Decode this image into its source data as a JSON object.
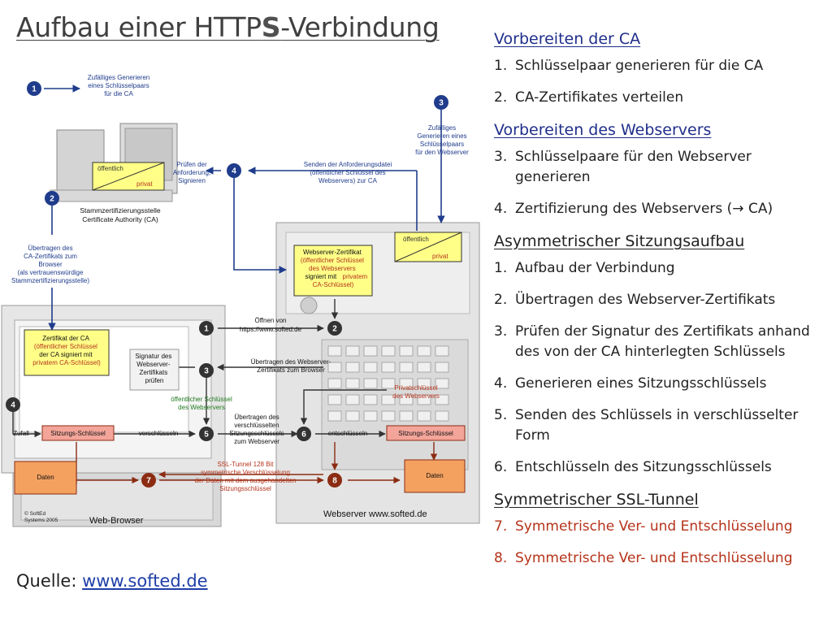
{
  "title": {
    "pre": "Aufbau einer HTTP",
    "big": "S",
    "post": "-Verbindung"
  },
  "source": {
    "label": "Quelle: ",
    "link": "www.softed.de"
  },
  "sections": [
    {
      "heading": "Vorbereiten der CA",
      "style": "blue",
      "items": [
        {
          "num": "1.",
          "text": "Schlüsselpaar generieren für die CA"
        },
        {
          "num": "2.",
          "text": "CA-Zertifikates verteilen"
        }
      ]
    },
    {
      "heading": "Vorbereiten des Webservers",
      "style": "blue",
      "items": [
        {
          "num": "3.",
          "text": "Schlüsselpaare für den Webserver generieren"
        },
        {
          "num": "4.",
          "text": "Zertifizierung des Webservers (→ CA)"
        }
      ]
    },
    {
      "heading": "Asymmetrischer Sitzungsaufbau",
      "style": "dark",
      "items": [
        {
          "num": "1.",
          "text": "Aufbau der Verbindung"
        },
        {
          "num": "2.",
          "text": "Übertragen des Webserver-Zertifikats"
        },
        {
          "num": "3.",
          "text": "Prüfen der Signatur des Zertifikats anhand des von der CA hinterlegten Schlüssels"
        },
        {
          "num": "4.",
          "text": "Generieren eines Sitzungsschlüssels"
        },
        {
          "num": "5.",
          "text": "Senden des Schlüssels in verschlüsselter Form"
        },
        {
          "num": "6.",
          "text": "Entschlüsseln des Sitzungsschlüssels"
        }
      ]
    },
    {
      "heading": "Symmetrischer SSL-Tunnel",
      "style": "dark",
      "items": [
        {
          "num": "7.",
          "text": "Symmetrische Ver- und Entschlüsselung",
          "color": "red"
        },
        {
          "num": "8.",
          "text": "Symmetrische Ver- und Entschlüsselung",
          "color": "red"
        }
      ]
    }
  ],
  "diagram": {
    "steps": {
      "s1": "1",
      "s2": "2",
      "s3": "3",
      "s4": "4",
      "s5": "5",
      "s6": "6",
      "s7": "7",
      "s8": "8"
    },
    "ca_gen": [
      "Zufälliges Generieren",
      "eines Schlüsselpaars",
      "für die CA"
    ],
    "ws_gen": [
      "Zufälliges",
      "Generieren eines",
      "Schlüsselpaars",
      "für den Webserver"
    ],
    "keypair": {
      "public": "öffentlich",
      "private": "privat"
    },
    "check_req": [
      "Prüfen der",
      "Anforderung,",
      "Signieren"
    ],
    "send_req": [
      "Senden der Anforderungsdatei",
      "(öffentlicher Schlüssel des",
      "Webservers) zur CA"
    ],
    "ca_name": [
      "Stammzertifizierungsstelle",
      "Certificate Authority (CA)"
    ],
    "transfer_ca": [
      "Übertragen des",
      "CA-Zertifikats zum",
      "Browser",
      "(als vertrauenswürdige",
      "Stammzertifizierungsstelle)"
    ],
    "ws_cert": [
      "Webserver-Zertifikat",
      "(öffentlicher Schlüssel",
      "des Webservers",
      "signiert mit",
      "privatem",
      "CA-Schlüssel)"
    ],
    "open": [
      "Öffnen von",
      "https://www.softed.de"
    ],
    "ca_cert": [
      "Zertifikat der CA",
      "(öffentlicher Schlüssel",
      "der CA signiert mit",
      "privatem CA-Schlüssel)"
    ],
    "sig_check": [
      "Signatur des",
      "Webserver-",
      "Zertifikats",
      "prüfen"
    ],
    "transfer_ws": [
      "Übertragen des Webserver-",
      "Zertifikats zum Browser"
    ],
    "pub_ws": [
      "öffentlicher Schlüssel",
      "des Webservers"
    ],
    "priv_ws": [
      "Privatschlüssel",
      "des Webservers"
    ],
    "random": "Zufall",
    "session_key": "Sitzungs-Schlüssel",
    "encrypt": "verschlüsseln",
    "decrypt": "entschlüsseln",
    "transfer_session": [
      "Übertragen des",
      "verschlüsselten",
      "Sitzungsschlüssels",
      "zum Webserver"
    ],
    "tunnel": [
      "SSL-Tunnel 128 Bit",
      "symmetrische Verschlüsselung",
      "der Daten mit dem ausgehandelten",
      "Sitzungsschlüssel"
    ],
    "data": "Daten",
    "copyright": [
      "© SoftEd",
      "Systems 2005"
    ],
    "browser": "Web-Browser",
    "webserver": "Webserver www.softed.de"
  }
}
